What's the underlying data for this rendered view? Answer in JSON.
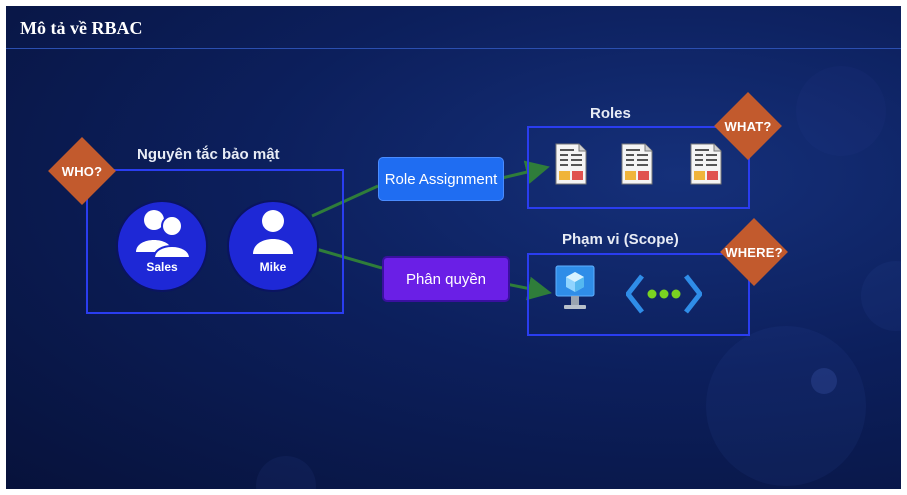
{
  "slide": {
    "title": "Mô tả về RBAC"
  },
  "security_principal": {
    "label": "Nguyên tắc bảo mật",
    "badge": "WHO?",
    "users": [
      {
        "name": "Sales",
        "icon": "group-icon"
      },
      {
        "name": "Mike",
        "icon": "user-icon"
      }
    ]
  },
  "assignment": {
    "role_assignment_label": "Role Assignment",
    "permission_label": "Phân quyền"
  },
  "roles": {
    "label": "Roles",
    "badge": "WHAT?",
    "icons": [
      "document-icon",
      "document-icon",
      "document-icon"
    ]
  },
  "scope": {
    "label": "Phạm vi (Scope)",
    "badge": "WHERE?",
    "icons": [
      "virtual-machine-icon",
      "network-code-icon"
    ]
  },
  "colors": {
    "box_border": "#2a3df0",
    "badge": "#c25a2d",
    "role_button": "#1f6df2",
    "permission_button": "#6a1fe6",
    "connector": "#2f7d3a",
    "person_circle": "#1e28d6"
  }
}
